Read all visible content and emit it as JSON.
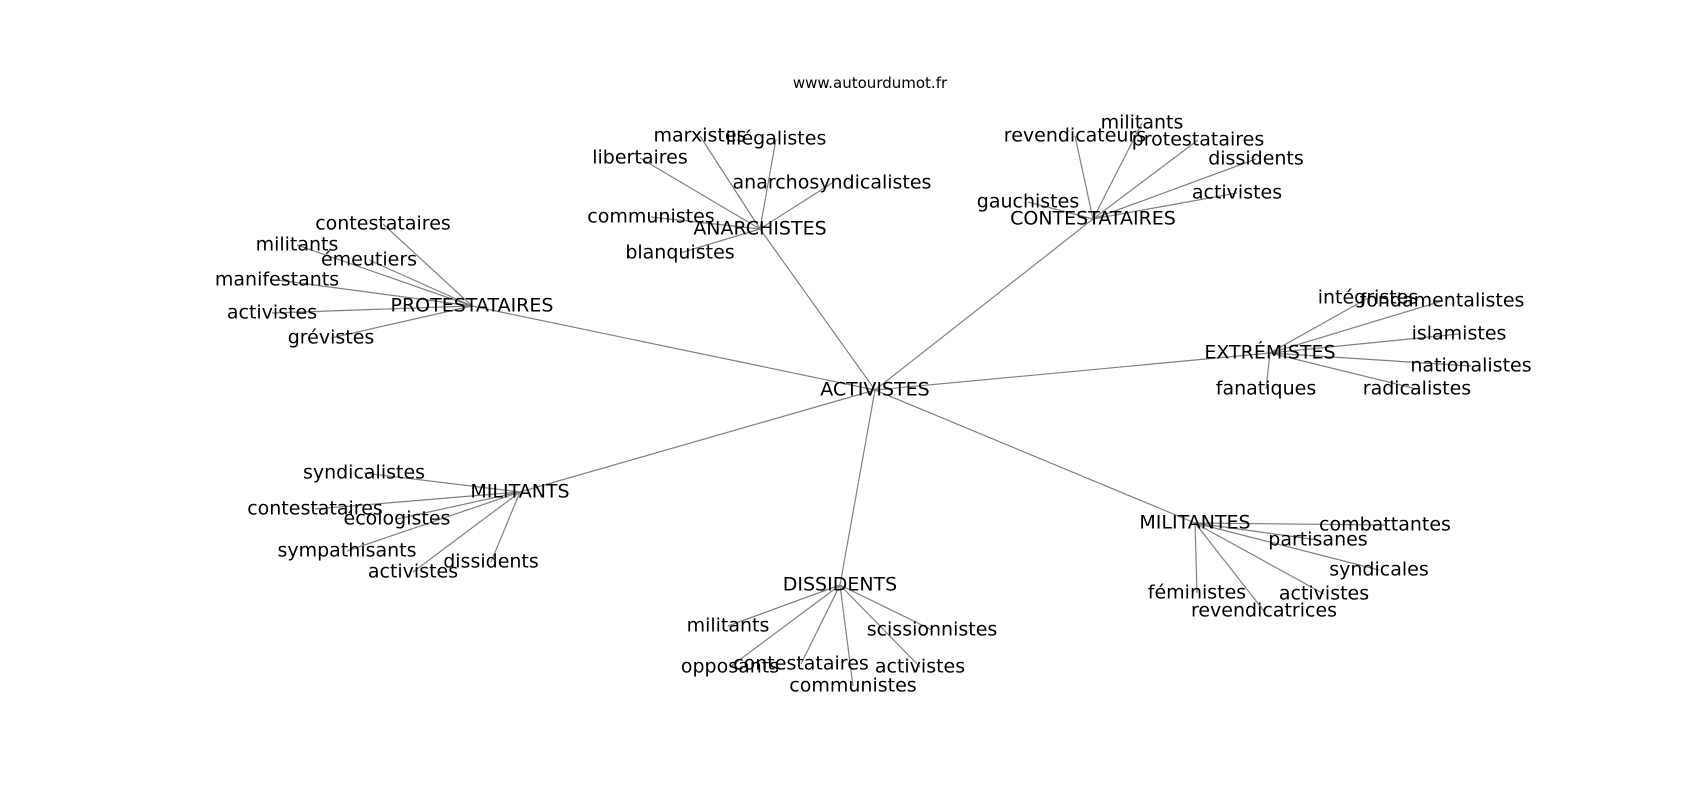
{
  "site": "www.autourdumot.fr",
  "root": "ACTIVISTES",
  "groups": [
    {
      "label": "ANARCHISTES",
      "children": [
        "marxistes",
        "illégalistes",
        "libertaires",
        "anarchosyndicalistes",
        "communistes",
        "blanquistes"
      ]
    },
    {
      "label": "CONTESTATAIRES",
      "children": [
        "militants",
        "revendicateurs",
        "protestataires",
        "dissidents",
        "gauchistes",
        "activistes"
      ]
    },
    {
      "label": "PROTESTATAIRES",
      "children": [
        "contestataires",
        "militants",
        "émeutiers",
        "manifestants",
        "activistes",
        "grévistes"
      ]
    },
    {
      "label": "EXTRÉMISTES",
      "children": [
        "intégristes",
        "fondamentalistes",
        "islamistes",
        "nationalistes",
        "fanatiques",
        "radicalistes"
      ]
    },
    {
      "label": "MILITANTS",
      "children": [
        "syndicalistes",
        "contestataires",
        "écologistes",
        "sympathisants",
        "activistes",
        "dissidents"
      ]
    },
    {
      "label": "MILITANTES",
      "children": [
        "combattantes",
        "partisanes",
        "syndicales",
        "féministes",
        "activistes",
        "revendicatrices"
      ]
    },
    {
      "label": "DISSIDENTS",
      "children": [
        "militants",
        "scissionnistes",
        "opposants",
        "contestataires",
        "activistes",
        "communistes"
      ]
    }
  ]
}
